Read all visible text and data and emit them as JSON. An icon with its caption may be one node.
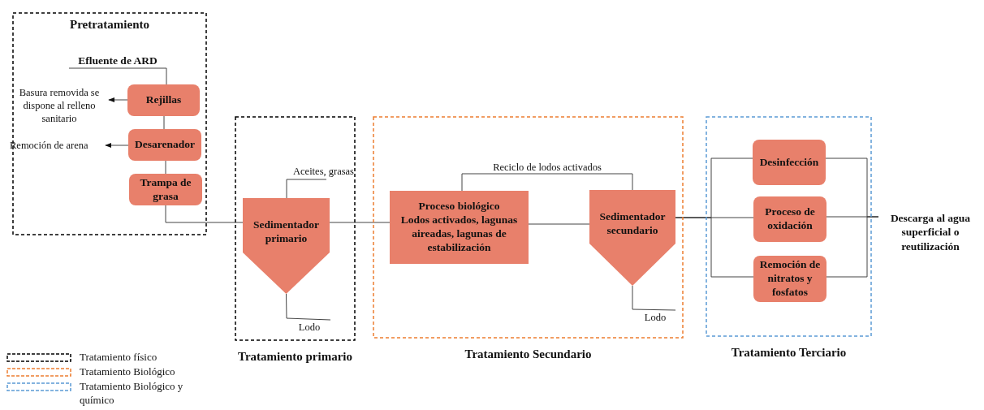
{
  "diagram": {
    "nodes": [
      {
        "text": [
          "Pretratamiento"
        ]
      },
      {
        "text": [
          "Tratamiento primario"
        ]
      },
      {
        "text": [
          "Tratamiento Secundario"
        ]
      },
      {
        "text": [
          "Tratamiento Terciario"
        ]
      },
      {
        "text": [
          "Efluente de ARD"
        ],
        "in": 0
      },
      {
        "text": [
          "Rejillas"
        ],
        "in": 0
      },
      {
        "text": [
          "Basura removida se dispone al relleno sanitario"
        ],
        "in": 0
      },
      {
        "text": [
          "Desarenador"
        ],
        "in": 0
      },
      {
        "text": [
          "Remoción de arena"
        ],
        "in": 0
      },
      {
        "text": [
          "Trampa de grasa"
        ],
        "in": 0
      },
      {
        "text": [
          "Sedimentador primario"
        ],
        "in": 1
      },
      {
        "text": [
          "Aceites, grasas"
        ],
        "in": 1
      },
      {
        "text": [
          "Lodo"
        ],
        "in": 1
      },
      {
        "text": [
          "Proceso biológico",
          "Lodos activados, lagunas aireadas, lagunas de estabilización"
        ],
        "in": 2
      },
      {
        "text": [
          "Sedimentador secundario"
        ],
        "in": 2
      },
      {
        "text": [
          "Lodo"
        ],
        "in": 2
      },
      {
        "text": [
          "Desinfección"
        ],
        "in": 3
      },
      {
        "text": [
          "Proceso de oxidación"
        ],
        "in": 3
      },
      {
        "text": [
          "Remoción de nitratos y fosfatos"
        ],
        "in": 3
      },
      {
        "text": [
          "Descarga al agua superficial o reutilización"
        ]
      }
    ],
    "edges": [
      {
        "from": 4,
        "to": 5,
        "arrow": "none"
      },
      {
        "from": 5,
        "to": 6,
        "arrow": "to"
      },
      {
        "from": 5,
        "to": 7,
        "arrow": "none"
      },
      {
        "from": 7,
        "to": 8,
        "arrow": "to"
      },
      {
        "from": 7,
        "to": 9,
        "arrow": "none"
      },
      {
        "from": 9,
        "to": 10,
        "arrow": "none"
      },
      {
        "from": 10,
        "to": 11,
        "arrow": "none"
      },
      {
        "from": 10,
        "to": 12,
        "arrow": "none"
      },
      {
        "from": 10,
        "to": 13,
        "arrow": "none"
      },
      {
        "from": 13,
        "to": 14,
        "arrow": "none"
      },
      {
        "from": 14,
        "to": 13,
        "arrow": "none",
        "label": "Reciclo de lodos activados"
      },
      {
        "from": 14,
        "to": 15,
        "arrow": "none"
      },
      {
        "from": 14,
        "to": 16,
        "arrow": "none"
      },
      {
        "from": 14,
        "to": 17,
        "arrow": "none"
      },
      {
        "from": 14,
        "to": 18,
        "arrow": "none"
      },
      {
        "from": 16,
        "to": 19,
        "arrow": "none"
      },
      {
        "from": 17,
        "to": 19,
        "arrow": "none"
      },
      {
        "from": 18,
        "to": 19,
        "arrow": "none"
      }
    ],
    "legend": [
      {
        "text": "Tratamiento físico"
      },
      {
        "text": "Tratamiento Biológico"
      },
      {
        "text": "Tratamiento Biológico y químico"
      }
    ]
  }
}
